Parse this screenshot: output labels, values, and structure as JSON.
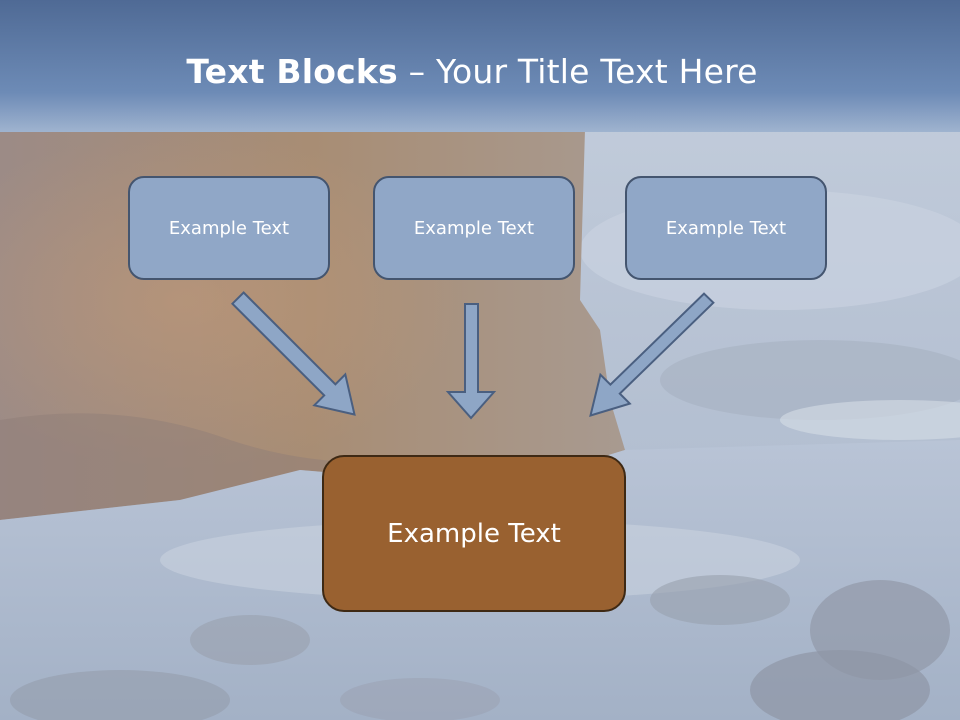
{
  "title": {
    "bold_part": "Text Blocks",
    "dash": " – ",
    "regular_part": "Your Title Text Here"
  },
  "blocks": [
    {
      "label": "Example Text"
    },
    {
      "label": "Example Text"
    },
    {
      "label": "Example Text"
    }
  ],
  "result_block": {
    "label": "Example Text"
  },
  "colors": {
    "title_band": "#5f7ea8",
    "small_box_fill": "#90a7c7",
    "small_box_border": "#44556f",
    "result_fill": "#996130",
    "result_border": "#3e2914",
    "arrow_fill": "#8ea6c6",
    "arrow_border": "#4a5f80"
  }
}
